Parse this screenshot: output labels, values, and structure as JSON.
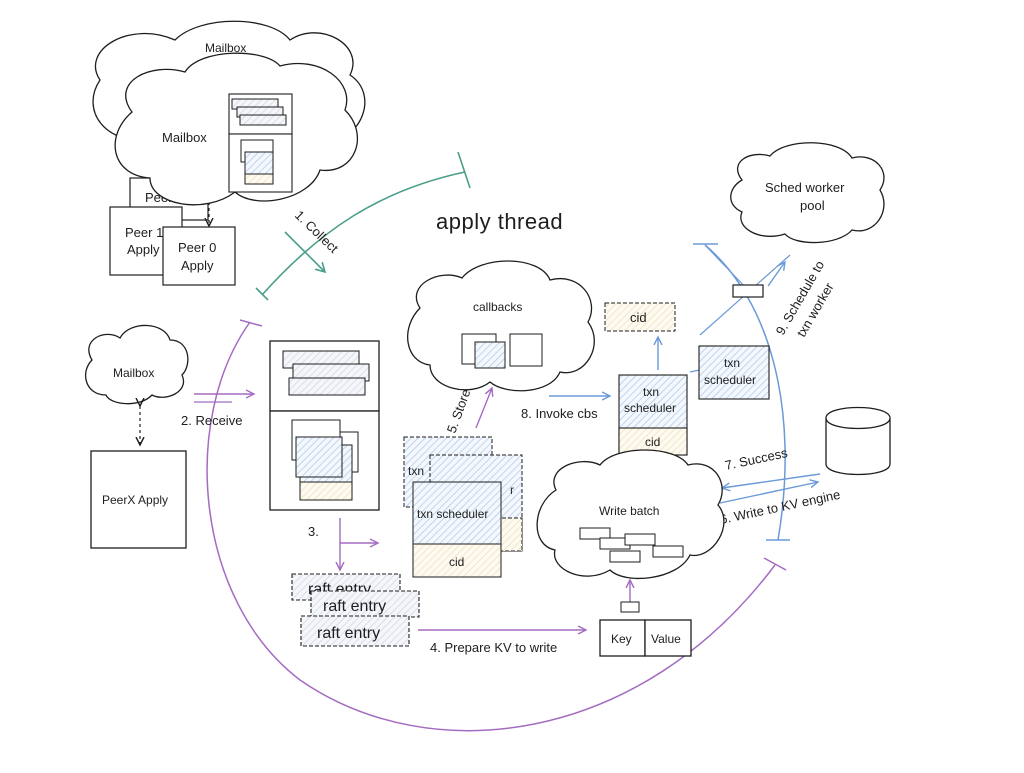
{
  "title": "apply thread",
  "clouds": {
    "top_back": "Mailbox",
    "top_front": "Mailbox",
    "left": "Mailbox",
    "callbacks": "callbacks",
    "sched_pool_line1": "Sched worker",
    "sched_pool_line2": "pool",
    "write_batch": "Write batch"
  },
  "peers": {
    "peer2": "Peer 2",
    "peer1_line1": "Peer 1",
    "peer1_line2": "Apply",
    "peer0_line1": "Peer 0",
    "peer0_line2": "Apply",
    "peerx": "PeerX Apply"
  },
  "steps": {
    "collect": "1. Collect",
    "receive": "2.  Receive",
    "three": "3.",
    "prepare": "4.  Prepare KV to write",
    "store": "5. Store",
    "write_kv": "6.  Write to KV engine",
    "success": "7.  Success",
    "invoke": "8. Invoke cbs",
    "schedule_line1": "9.  Schedule to",
    "schedule_line2": "txn worker"
  },
  "raft": {
    "entry1": "raft entry",
    "entry2": "raft entry",
    "entry3": "raft entry"
  },
  "txn": {
    "back_label": "txn",
    "back_label2": "r",
    "front_label": "txn scheduler",
    "front_cid": "cid",
    "mid_line1": "txn",
    "mid_line2": "scheduler",
    "mid_cid": "cid",
    "right_line1": "txn",
    "right_line2": "scheduler",
    "top_cid": "cid"
  },
  "kv": {
    "key": "Key",
    "value": "Value"
  },
  "colors": {
    "green": "#4a9e8a",
    "purple": "#a36bc2",
    "blue": "#6a9ad8",
    "ink": "#1e1e1e",
    "hatch_blue": "#a5c3e8",
    "hatch_yellow": "#eedcb0"
  }
}
